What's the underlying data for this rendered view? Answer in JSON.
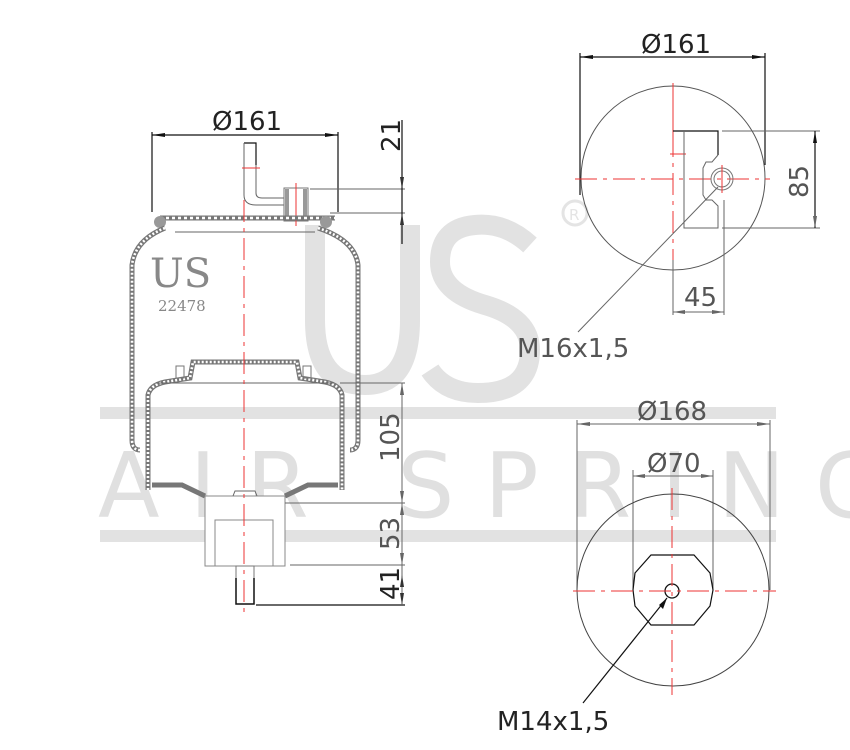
{
  "watermark": {
    "brand_big": "US",
    "brand_sub": "AIR SPRING",
    "registered": "®"
  },
  "side_view": {
    "logo": "US",
    "part_number": "22478",
    "dimensions": {
      "top_diameter": "Ø161",
      "air_fitting_height": "21",
      "piston_height": "105",
      "base_height": "53",
      "stud_length": "41"
    }
  },
  "top_view": {
    "diameter": "Ø161",
    "offset_vertical": "85",
    "offset_horizontal": "45",
    "thread_callout": "M16x1,5"
  },
  "bottom_view": {
    "outer_diameter": "Ø168",
    "inner_diameter": "Ø70",
    "thread_callout": "M14x1,5"
  },
  "colors": {
    "centerline": "#e33333",
    "watermark": "#e0e0e0",
    "line": "#666666"
  }
}
